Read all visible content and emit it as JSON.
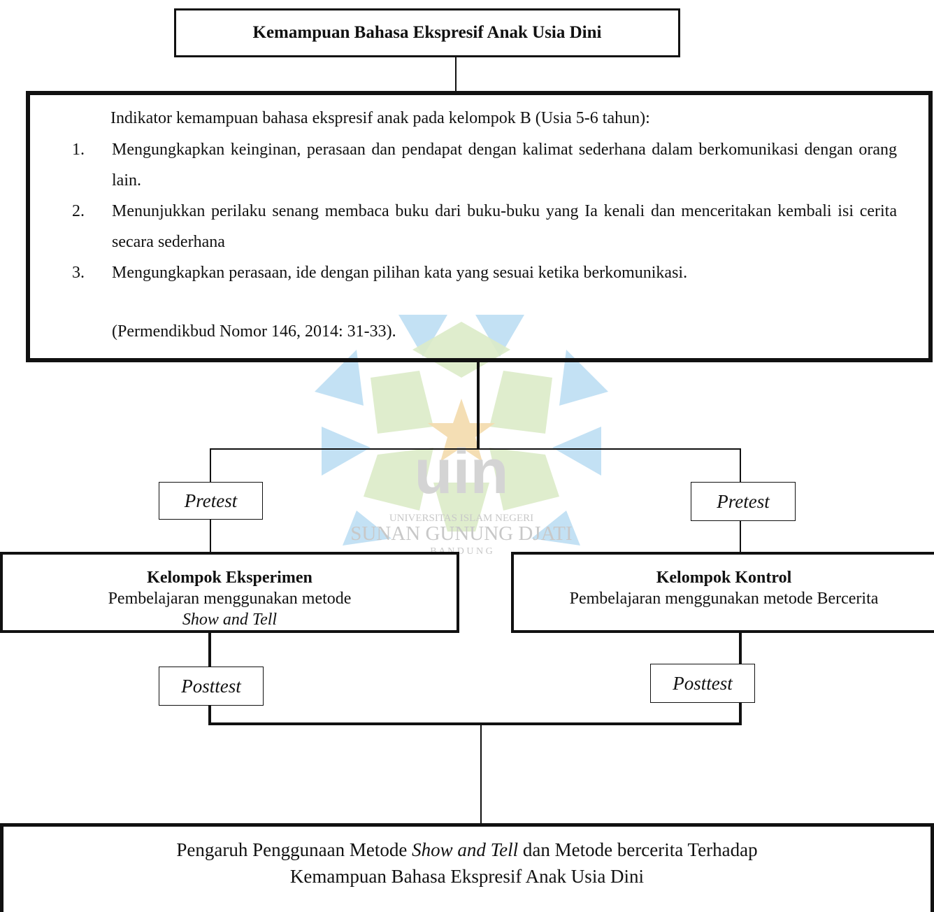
{
  "title": "Kemampuan Bahasa Ekspresif Anak Usia Dini",
  "indicator": {
    "intro": "Indikator kemampuan bahasa ekspresif anak pada kelompok B (Usia 5-6 tahun):",
    "items": [
      {
        "number": "1.",
        "text": "Mengungkapkan keinginan, perasaan dan pendapat dengan kalimat sederhana dalam berkomunikasi dengan orang lain."
      },
      {
        "number": "2.",
        "text": "Menunjukkan perilaku senang membaca buku dari buku-buku yang Ia kenali dan menceritakan kembali isi cerita secara sederhana"
      },
      {
        "number": "3.",
        "text": "Mengungkapkan perasaan, ide dengan pilihan kata yang sesuai ketika berkomunikasi."
      }
    ],
    "source": "(Permendikbud Nomor 146, 2014: 31-33)."
  },
  "left_branch": {
    "pretest": "Pretest",
    "group_title": "Kelompok Eksperimen",
    "group_line1": "Pembelajaran menggunakan metode",
    "group_line2": "Show and Tell",
    "posttest": "Posttest"
  },
  "right_branch": {
    "pretest": "Pretest",
    "group_title": "Kelompok Kontrol",
    "group_line1": "Pembelajaran menggunakan metode Bercerita",
    "posttest": "Posttest"
  },
  "result": {
    "part1": "Pengaruh Penggunaan Metode ",
    "part2_italic": "Show and Tell",
    "part3": " dan Metode bercerita Terhadap",
    "line2": "Kemampuan Bahasa Ekspresif Anak Usia Dini"
  },
  "watermark": {
    "line1": "UNIVERSITAS ISLAM NEGERI",
    "line2": "SUNAN GUNUNG DJATI",
    "line3": "B A N D U N G"
  },
  "colors": {
    "watermark_blue": "#b9dcf2",
    "watermark_green": "#dcebc8",
    "watermark_star": "#f3dcb0",
    "watermark_text": "#c8c8c8"
  }
}
